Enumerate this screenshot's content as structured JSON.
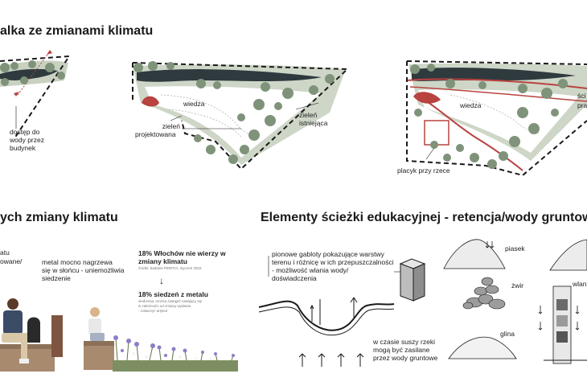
{
  "headings": {
    "top": "alka ze zmianami klimatu",
    "middle_left": "ych zmiany klimatu",
    "middle_right": "Elementy ścieżki edukacyjnej - retencja/wody gruntow"
  },
  "map1": {
    "label_access": [
      "dostęp do",
      "wody przez",
      "budynek"
    ]
  },
  "map2": {
    "label_wiedza": "wiedza",
    "label_zielen_proj": [
      "zieleń",
      "projektowana"
    ],
    "label_zielen_ist": [
      "zieleń",
      "istniejąca"
    ]
  },
  "map3": {
    "label_wiedza": "wiedza",
    "label_sci": "ści",
    "label_pra": "pra",
    "label_placyk": "placyk przy rzece"
  },
  "climate": {
    "fragment_1": "atu",
    "fragment_2": "owane/",
    "metal_text": [
      "metal mocno nagrzewa",
      "się w słońcu - uniemożliwia",
      "siedzenie"
    ],
    "stat1_lines": [
      "18% Włochów nie wierzy w",
      "zmiany klimatu"
    ],
    "stat1_source": "źródło: badanie PERITIA, styczeń 2022",
    "arrow_glyph": "↓",
    "stat2": "18% siedzeń z metalu",
    "stat2_small": [
      "siedzenia, można zastąpić nadający się",
      "w zależności od zmiany wydania",
      "- zobaczyć artykuł"
    ]
  },
  "education": {
    "showcase_text": [
      "pionowe gabloty pokazujące warstwy",
      "terenu i różnicę w ich przepuszczalności",
      "- możliwość wlania wody/",
      "doświadczenia"
    ],
    "drought_text": [
      "w czasie suszy rzeki",
      "mogą być zasilane",
      "przez wody gruntowe"
    ],
    "soil_piasek": "piasek",
    "soil_zwir": "żwir",
    "soil_glina": "glina",
    "label_wlan": "wlan"
  },
  "colors": {
    "green": "#7f937a",
    "light_green": "#c9d2c1",
    "dark_water": "#2f3a3f",
    "red": "#b8433f",
    "text": "#1a1a1a"
  }
}
